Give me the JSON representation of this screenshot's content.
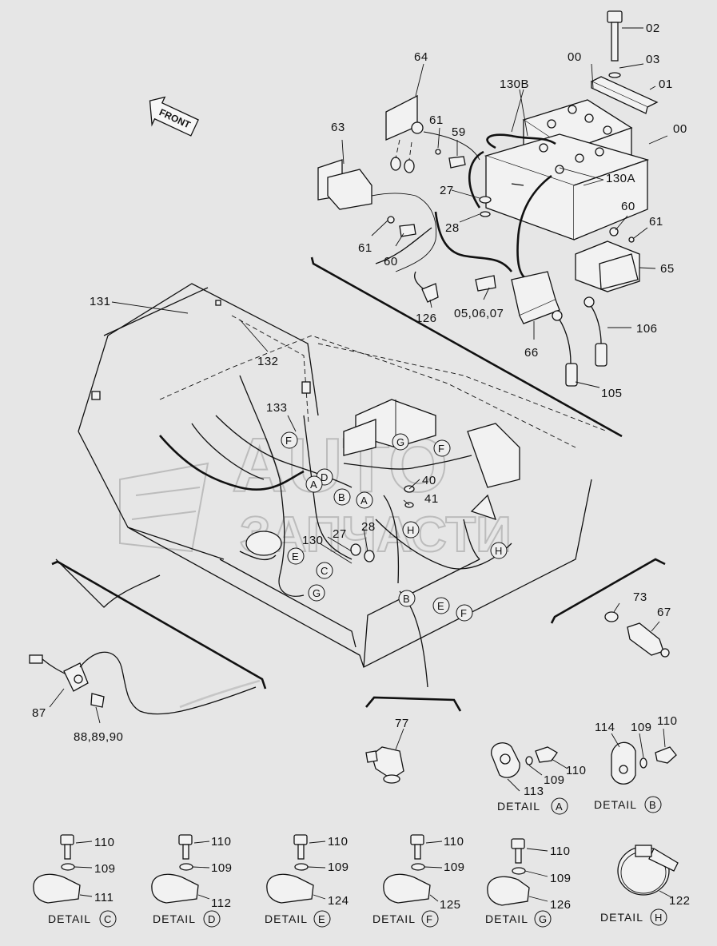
{
  "direction_arrow": "FRONT",
  "watermark": {
    "line1": "AUTO",
    "line2": "ЗАПЧАСТИ"
  },
  "callouts": {
    "c02": "02",
    "c03": "03",
    "c01": "01",
    "c00a": "00",
    "c00b": "00",
    "c130b": "130B",
    "c130a": "130A",
    "c64": "64",
    "c63": "63",
    "c61a": "61",
    "c59": "59",
    "c27a": "27",
    "c28a": "28",
    "c61b": "61",
    "c60a": "60",
    "c60b": "60",
    "c61c": "61",
    "c65": "65",
    "c126a": "126",
    "c050607": "05,06,07",
    "c66": "66",
    "c106": "106",
    "c105": "105",
    "c131": "131",
    "c132": "132",
    "c133": "133",
    "c40": "40",
    "c41": "41",
    "c27b": "27",
    "c28b": "28",
    "c130": "130",
    "c73": "73",
    "c67": "67",
    "c87": "87",
    "c888990": "88,89,90",
    "c77": "77",
    "c113": "113",
    "c109a": "109",
    "c110a": "110",
    "c114": "114",
    "c109b": "109",
    "c110b": "110",
    "c110c": "110",
    "c109c": "109",
    "c111": "111",
    "c110d": "110",
    "c109d": "109",
    "c112": "112",
    "c110e": "110",
    "c109e": "109",
    "c124": "124",
    "c110f": "110",
    "c109f": "109",
    "c125": "125",
    "c110g": "110",
    "c109g": "109",
    "c126b": "126",
    "c122": "122"
  },
  "detail_word": "DETAIL",
  "details": {
    "A": "A",
    "B": "B",
    "C": "C",
    "D": "D",
    "E": "E",
    "F": "F",
    "G": "G",
    "H": "H"
  },
  "circled": {
    "F1": "F",
    "D1": "D",
    "G1": "G",
    "F2": "F",
    "A1": "A",
    "B1": "B",
    "A2": "A",
    "H1": "H",
    "E1": "E",
    "C1": "C",
    "G2": "G",
    "H2": "H",
    "B2": "B",
    "E2": "E",
    "F3": "F"
  }
}
